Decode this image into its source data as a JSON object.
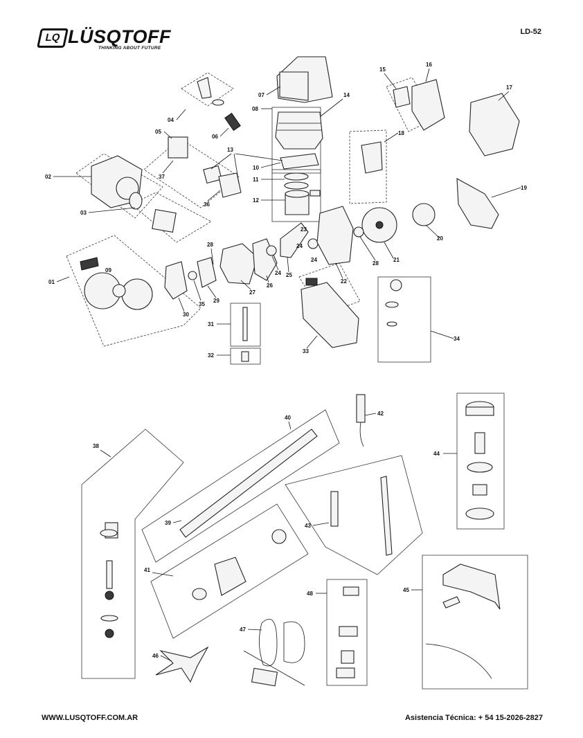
{
  "header": {
    "logo_badge": "LQ",
    "brand": "LÜSQTOFF",
    "slogan": "THINKING ABOUT FUTURE",
    "model": "LD-52"
  },
  "footer": {
    "website": "WWW.LUSQTOFF.COM.AR",
    "support": "Asistencia Técnica: + 54 15-2026-2827"
  },
  "callouts": [
    "01",
    "02",
    "03",
    "04",
    "05",
    "06",
    "07",
    "08",
    "09",
    "10",
    "11",
    "12",
    "13",
    "14",
    "15",
    "16",
    "17",
    "18",
    "19",
    "20",
    "21",
    "22",
    "23",
    "24",
    "24",
    "25",
    "26",
    "27",
    "28",
    "28",
    "29",
    "30",
    "31",
    "32",
    "33",
    "34",
    "35",
    "36",
    "37",
    "38",
    "39",
    "40",
    "41",
    "42",
    "43",
    "44",
    "45",
    "46",
    "47",
    "48"
  ]
}
